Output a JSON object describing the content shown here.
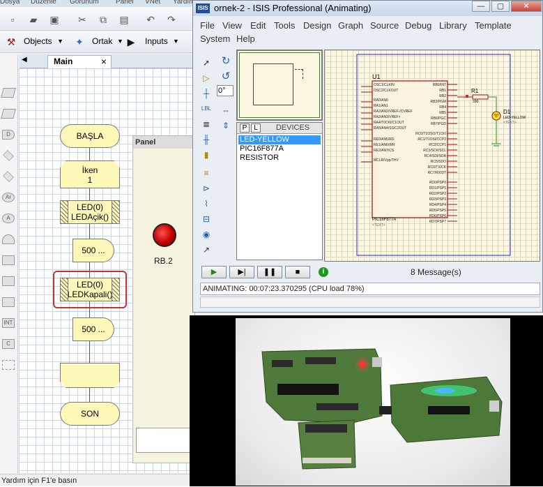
{
  "background_app": {
    "menu": [
      "Dosya",
      "Düzenle",
      "Görünüm",
      "Panel",
      "VNet",
      "Yardım"
    ],
    "toolbar": {
      "objects_label": "Objects",
      "ortak_label": "Ortak",
      "inputs_label": "Inputs"
    },
    "tab": {
      "label": "Main",
      "close": "×"
    },
    "left_shapes": [
      "",
      "",
      "D",
      "",
      "",
      "Ar",
      "A",
      "",
      "",
      "",
      "",
      "INT",
      "C",
      ""
    ],
    "flowchart": {
      "start": "BAŞLA",
      "while_label": "İken",
      "while_value": "1",
      "step1_line1": "LED(0)",
      "step1_line2": "LEDAçik()",
      "delay1": "500 ...",
      "step2_line1": "LED(0)",
      "step2_line2": "LEDKapali()",
      "delay2": "500 ...",
      "end": "SON"
    },
    "panel": {
      "title": "Panel",
      "led_label": "RB.2"
    },
    "status": "Yardım için F1'e basın"
  },
  "isis": {
    "logo": "ISIS",
    "title": "ornek-2 - ISIS Professional (Animating)",
    "menu": [
      "File",
      "View",
      "Edit",
      "Tools",
      "Design",
      "Graph",
      "Source",
      "Debug",
      "Library",
      "Template",
      "System",
      "Help"
    ],
    "rotation": "0°",
    "devices": {
      "p_btn": "P",
      "l_btn": "L",
      "title": "DEVICES",
      "items": [
        "LED-YELLOW",
        "PIC16F877A",
        "RESISTOR"
      ],
      "selected_index": 0
    },
    "schematic": {
      "u1_label": "U1",
      "u1_part": "PIC16F877A",
      "text_placeholder": "<TEXT>",
      "r1_label": "R1",
      "r1_value": "330",
      "d1_label": "D1",
      "d1_part": "LED-YELLOW",
      "left_pins": [
        "OSC1/CLKIN",
        "OSC2/CLKOUT",
        "RA0/AN0",
        "RA1/AN1",
        "RA2/AN2/VREF-/CVREF",
        "RA3/AN3/VREF+",
        "RA4/T0CKI/C1OUT",
        "RA5/AN4/SS/C2OUT",
        "RE0/AN5/RD",
        "RE1/AN6/WR",
        "RE2/AN7/CS",
        "MCLR/Vpp/THV"
      ],
      "right_pins": [
        "RB0/INT",
        "RB1",
        "RB2",
        "RB3/PGM",
        "RB4",
        "RB5",
        "RB6/PGC",
        "RB7/PGD",
        "RC0/T1OSO/T1CKI",
        "RC1/T1OSI/CCP2",
        "RC2/CCP1",
        "RC3/SCK/SCL",
        "RC4/SDI/SDA",
        "RC5/SDO",
        "RC6/TX/CK",
        "RC7/RX/DT",
        "RD0/PSP0",
        "RD1/PSP1",
        "RD2/PSP2",
        "RD3/PSP3",
        "RD4/PSP4",
        "RD5/PSP5",
        "RD6/PSP6",
        "RD7/PSP7"
      ]
    },
    "sim": {
      "play": "▶",
      "step": "▶|",
      "pause": "❚❚",
      "stop": "■",
      "info": "i",
      "messages": "8 Message(s)"
    },
    "status": "ANIMATING: 00:07:23.370295 (CPU load 78%)"
  },
  "colors": {
    "flow_fill": "#fef8b8",
    "led_red": "#d40000",
    "selection": "#3399ff",
    "schematic_bg": "#fbf7e0",
    "chip_outline": "#a01010",
    "wire": "#2a8a2a"
  }
}
